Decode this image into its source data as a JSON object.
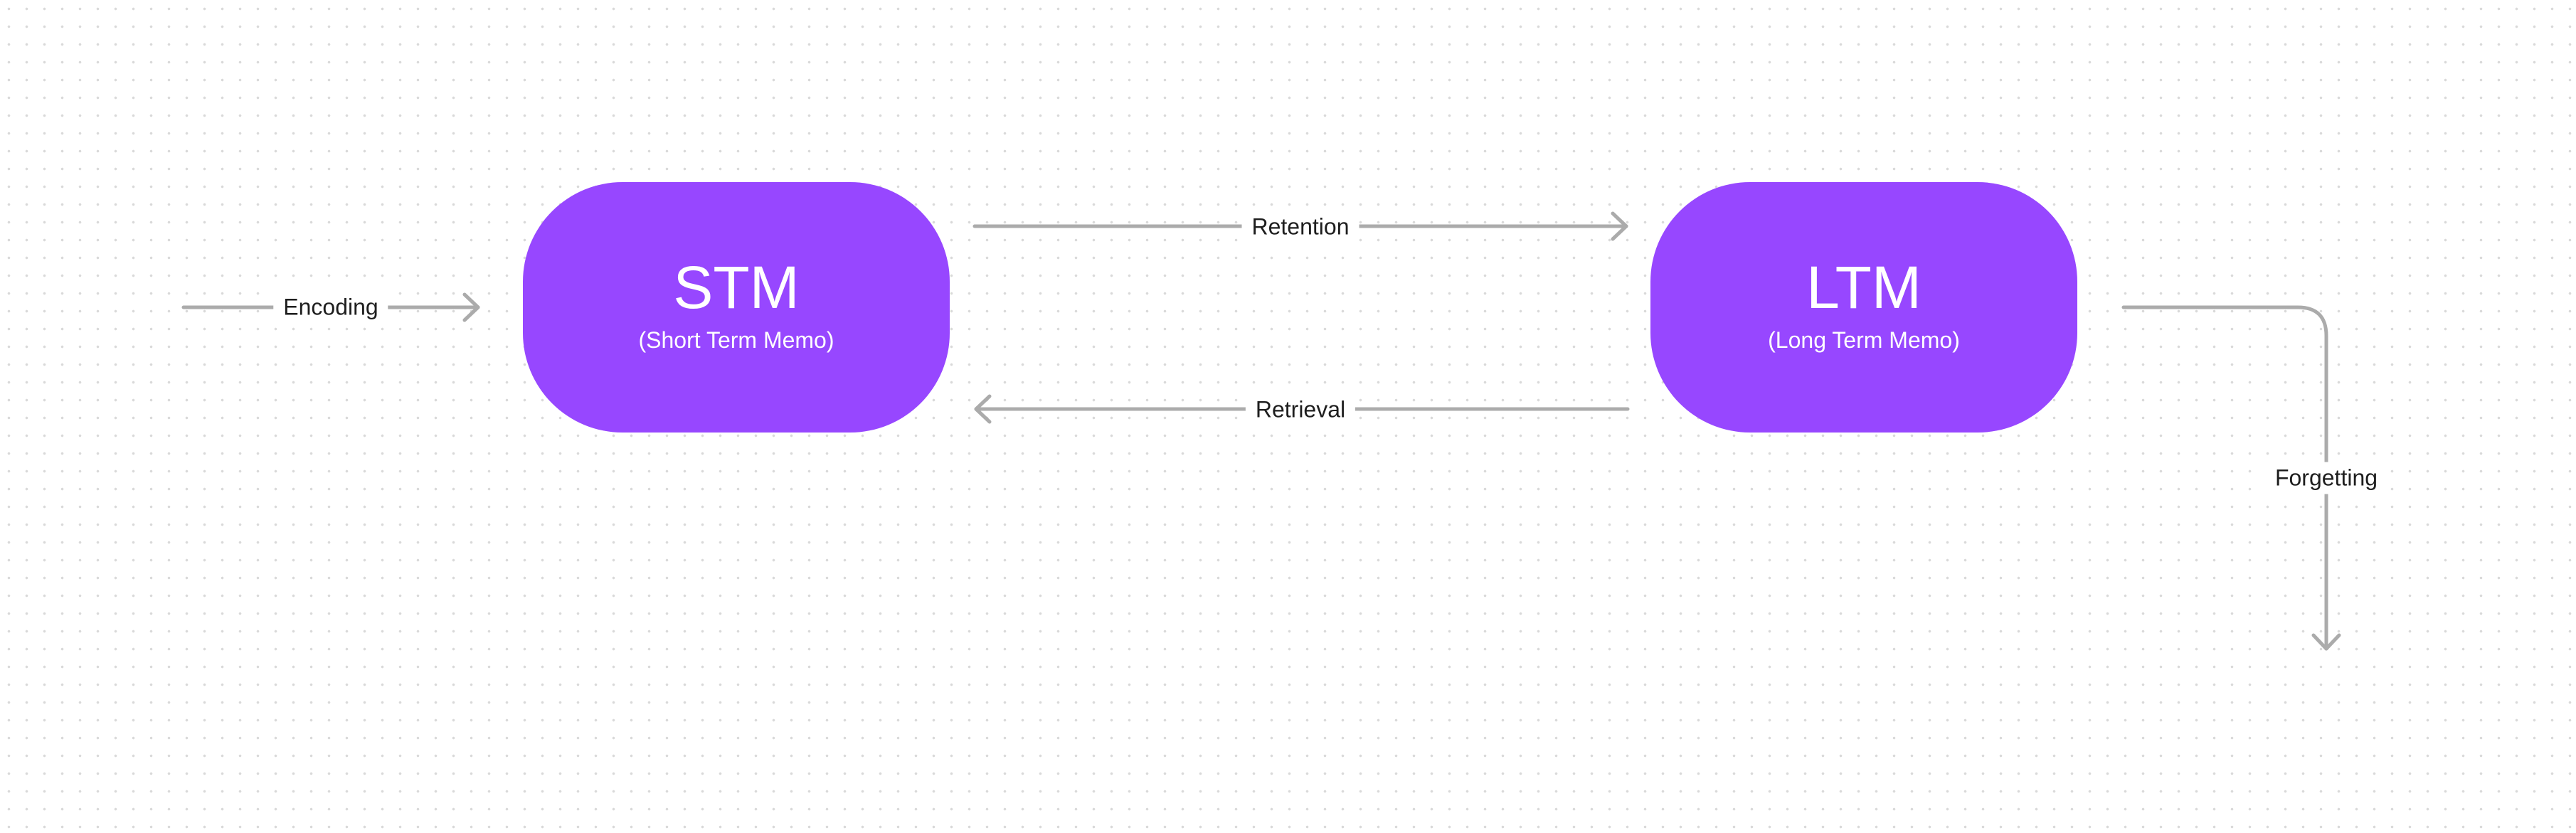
{
  "colors": {
    "node_fill": "#9747FF",
    "node_text": "#FFFFFF",
    "connector": "#ABABAB",
    "label_text": "#1E1E1E",
    "canvas_dots": "#D9D9D9"
  },
  "nodes": {
    "stm": {
      "title": "STM",
      "subtitle": "(Short Term Memo)"
    },
    "ltm": {
      "title": "LTM",
      "subtitle": "(Long Term Memo)"
    }
  },
  "edges": {
    "encoding": {
      "label": "Encoding"
    },
    "retention": {
      "label": "Retention"
    },
    "retrieval": {
      "label": "Retrieval"
    },
    "forgetting": {
      "label": "Forgetting"
    }
  }
}
